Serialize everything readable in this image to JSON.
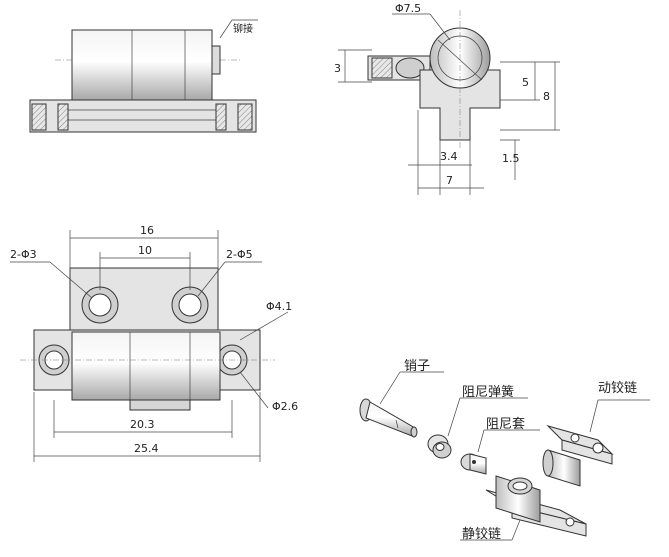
{
  "labels": {
    "rivet": "铆接",
    "pin": "销子",
    "damping_spring": "阻尼弹簧",
    "damping_sleeve": "阻尼套",
    "moving_hinge": "动铰链",
    "static_hinge": "静铰链"
  },
  "dimensions": {
    "side_diameter": "Φ7.5",
    "side_height_left": "3",
    "side_height_5": "5",
    "side_height_8": "8",
    "side_width_3_4": "3.4",
    "side_width_7": "7",
    "side_height_1_5": "1.5",
    "top_holes_small": "2-Φ3",
    "top_holes_large": "2-Φ5",
    "top_span_16": "16",
    "top_span_10": "10",
    "outer_hole": "Φ4.1",
    "inner_hole": "Φ2.6",
    "span_20_3": "20.3",
    "span_25_4": "25.4"
  }
}
